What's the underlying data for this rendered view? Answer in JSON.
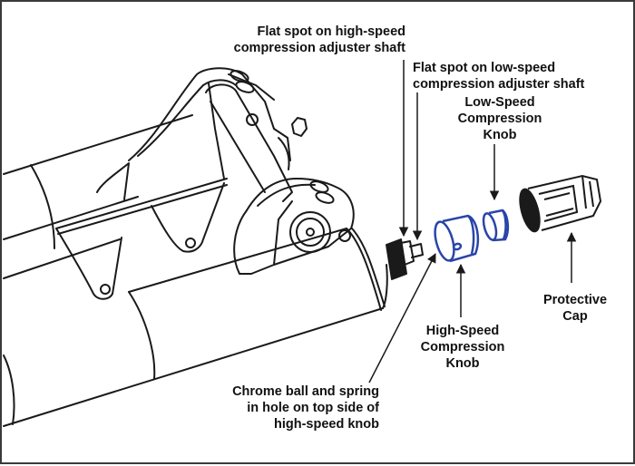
{
  "diagram": {
    "title": "Compression adjuster knob removal – exploded view",
    "colors": {
      "line": "#1a1a1a",
      "knob_highlight": "#2a45a8",
      "border": "#3a3a3a",
      "background": "#ffffff"
    },
    "callouts": [
      {
        "id": "hs-flat",
        "lines": [
          "Flat spot on high-speed",
          "compression adjuster shaft"
        ]
      },
      {
        "id": "ls-flat",
        "lines": [
          "Flat spot on low-speed",
          "compression adjuster shaft"
        ]
      },
      {
        "id": "ls-knob",
        "lines": [
          "Low-Speed",
          "Compression",
          "Knob"
        ]
      },
      {
        "id": "cap",
        "lines": [
          "Protective",
          "Cap"
        ]
      },
      {
        "id": "hs-knob",
        "lines": [
          "High-Speed",
          "Compression",
          "Knob"
        ]
      },
      {
        "id": "chrome-ball",
        "lines": [
          "Chrome ball and spring",
          "in hole on top side of",
          "high-speed knob"
        ]
      }
    ],
    "parts": [
      {
        "id": "fork-lowers",
        "name": "Fork lower legs and crown"
      },
      {
        "id": "hs-knob",
        "name": "High-speed compression knob",
        "highlighted": true
      },
      {
        "id": "ls-knob",
        "name": "Low-speed compression knob",
        "highlighted": true
      },
      {
        "id": "cap",
        "name": "Protective cap",
        "highlighted": false
      }
    ]
  }
}
